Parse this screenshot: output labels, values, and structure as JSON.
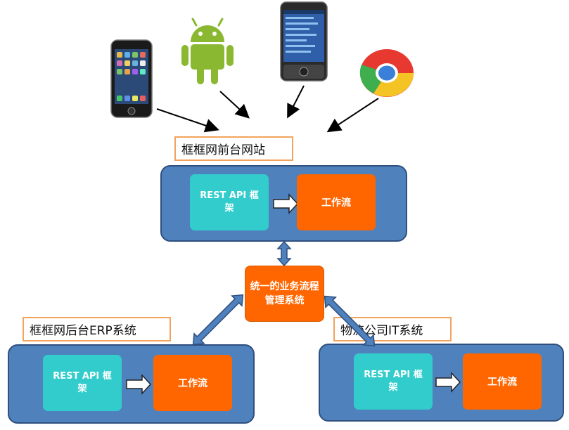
{
  "clients": [
    {
      "icon": "iphone-icon"
    },
    {
      "icon": "android-robot-icon"
    },
    {
      "icon": "windows-mobile-phone-icon"
    },
    {
      "icon": "chrome-browser-icon"
    }
  ],
  "front_site": {
    "caption": "框框网前台网站",
    "api_label": "REST API 框架",
    "workflow_label": "工作流"
  },
  "hub": {
    "label": "统一的业务流程管理系统"
  },
  "erp": {
    "caption": "框框网后台ERP系统",
    "api_label": "REST API 框架",
    "workflow_label": "工作流"
  },
  "logistics": {
    "caption": "物流公司IT系统",
    "api_label": "REST API 框架",
    "workflow_label": "工作流"
  },
  "colors": {
    "panel": "#4f81bd",
    "api_box": "#33cccc",
    "workflow_box": "#ff6600",
    "caption_border": "#f2a35e"
  }
}
